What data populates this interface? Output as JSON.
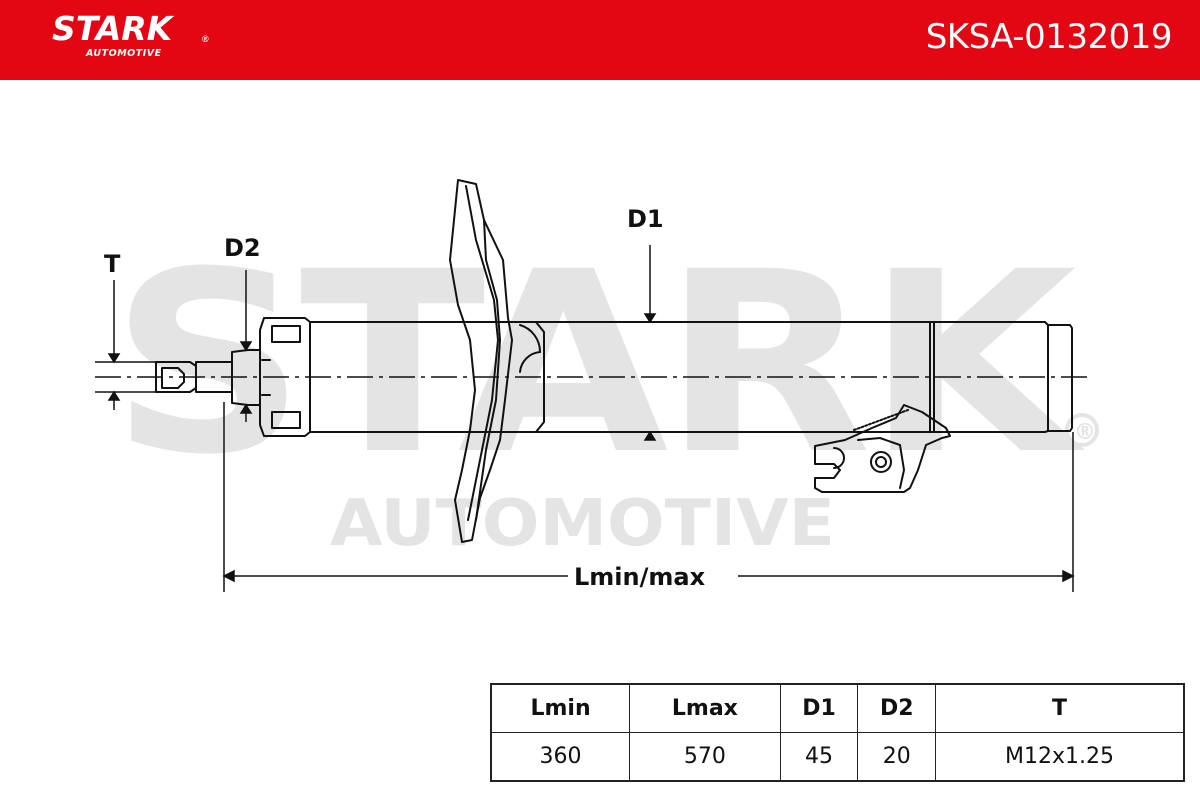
{
  "brand": {
    "logo_text": "STARK",
    "logo_sub": "AUTOMOTIVE",
    "registered_mark": "®",
    "red": "#e30613"
  },
  "part_number": "SKSA-0132019",
  "watermark": {
    "main": "STARK",
    "sub": "AUTOMOTIVE",
    "registered_mark": "®"
  },
  "dimension_labels": {
    "t": "T",
    "d2": "D2",
    "d1": "D1",
    "length": "Lmin/max"
  },
  "spec_table": {
    "headers": [
      "Lmin",
      "Lmax",
      "D1",
      "D2",
      "T"
    ],
    "values": [
      "360",
      "570",
      "45",
      "20",
      "M12x1.25"
    ]
  }
}
